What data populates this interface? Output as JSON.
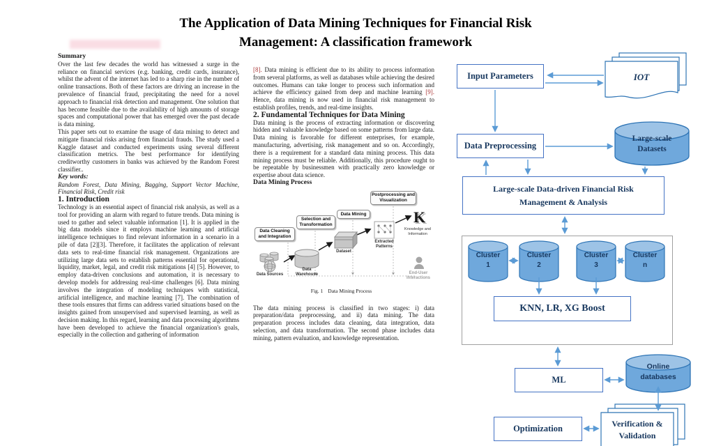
{
  "page": {
    "title_line1": "The Application of Data Mining Techniques for Financial Risk",
    "title_line2": "Management: A classification framework"
  },
  "left": {
    "summary_heading": "Summary",
    "summary_p1": "Over the last few decades the world has witnessed a surge in the reliance on financial services (e.g. banking, credit cards, insurance), whilst the advent of the internet has led to a sharp rise in the number of online transactions. Both of these factors are driving an increase in the prevalence of financial fraud, precipitating the need for a novel approach to financial risk detection and management. One solution that has become feasible due to the availability of high amounts of storage spaces and computational power that has emerged over the past decade is data mining.",
    "summary_p2": "This paper sets out to examine the usage of data mining to detect and mitigate financial risks arising from financial frauds. The study used a Kaggle dataset and conducted experiments using several different classification metrics. The best performance for identifying creditworthy customers in banks was achieved by the Random Forest classifier..",
    "keywords_heading": "Key words:",
    "keywords": "Random Forest, Data Mining, Bagging, Support Vector Machine, Financial Risk, Credit risk",
    "intro_heading": "1. Introduction",
    "intro_p": "Technology is an essential aspect of financial risk analysis, as well as a tool for providing an alarm with regard to future trends. Data mining is used to gather and select valuable information [1]. It is applied in the big data models since it employs machine learning and artificial intelligence techniques to find relevant information in a scenario in a pile of data [2][3]. Therefore, it facilitates the application of relevant data sets to real-time financial risk management. Organizations are utilizing large data sets to establish patterns essential for operational, liquidity, market, legal, and credit risk mitigations [4] [5]. However, to employ data-driven conclusions and automation, it is necessary to develop models for addressing real-time challenges [6]. Data mining involves the integration of modeling techniques with statistical, artificial intelligence, and machine learning [7]. The combination of these tools ensures that firms can address varied situations based on the insights gained from unsupervised and supervised learning, as well as decision making. In this regard, learning and data processing algorithms have been developed to achieve the financial organization's goals, especially in the collection and gathering of information"
  },
  "middle": {
    "p1_ref8": "[8].",
    "p1_a": " Data mining is efficient due to its ability to process information from several platforms, as well as databases while achieving the desired outcomes. Humans can take longer to process such information and achieve the efficiency gained from deep and machine learning ",
    "p1_ref9": "[9].",
    "p1_b": " Hence, data mining is now used in financial risk management to establish profiles, trends, and real-time insights.",
    "section_heading": "2. Fundamental Techniques for Data Mining",
    "p2": "Data mining is the process of extracting information or discovering hidden and valuable knowledge based on some patterns from large data. Data mining is favorable for different enterprises, for example, manufacturing, advertising, risk management and so on. Accordingly, there is a requirement for a standard data mining process. This data mining process must be reliable. Additionally, this procedure ought to be repeatable by businessmen with practically zero knowledge or expertise about data science.",
    "process_heading": "Data Mining Process",
    "fig_caption_prefix": "Fig. 1",
    "fig_caption_text": "Data Mining Process",
    "p3": "The data mining process is classified in two stages: i) data preparation/data preprocessing, and ii) data mining. The data preparation process includes data cleaning, data integration, data selection, and data transformation. The second phase includes data mining, pattern evaluation, and knowledge representation."
  },
  "figure1": {
    "label_cleaning": "Data Cleaning and Integration",
    "label_selection": "Selection and Transformation",
    "label_mining": "Data Mining",
    "label_postprocessing": "Postprocessing and Visualization",
    "item_sources": "Data Sources",
    "item_warehouse": "Data Warehouse",
    "item_dataset": "Dataset",
    "item_patterns": "Extracted Patterns",
    "item_knowledge": "Knowledge and Information",
    "item_enduser": "End-User Interactions",
    "k_glyph": "K"
  },
  "diagram": {
    "input_parameters": "Input Parameters",
    "iot": "IOT",
    "data_preprocessing": "Data Preprocessing",
    "datasets_line1": "Large-scale",
    "datasets_line2": "Datasets",
    "main_line1": "Large-scale Data-driven Financial Risk",
    "main_line2": "Management & Analysis",
    "clusters": [
      {
        "name": "Cluster",
        "num": "1"
      },
      {
        "name": "Cluster",
        "num": "2"
      },
      {
        "name": "Cluster",
        "num": "3"
      },
      {
        "name": "Cluster",
        "num": "n"
      }
    ],
    "models_box": "KNN, LR, XG Boost",
    "ml": "ML",
    "online_db_line1": "Online",
    "online_db_line2": "databases",
    "optimization": "Optimization",
    "verification_line1": "Verification &",
    "verification_line2": "Validation"
  },
  "colors": {
    "diagram_border": "#4472c4",
    "diagram_arrow": "#5b9bd5",
    "cylinder_fill": "#6fa8dc",
    "cylinder_top": "#9dc3e6",
    "diagram_text": "#17375e",
    "citation_red": "#a83434"
  }
}
